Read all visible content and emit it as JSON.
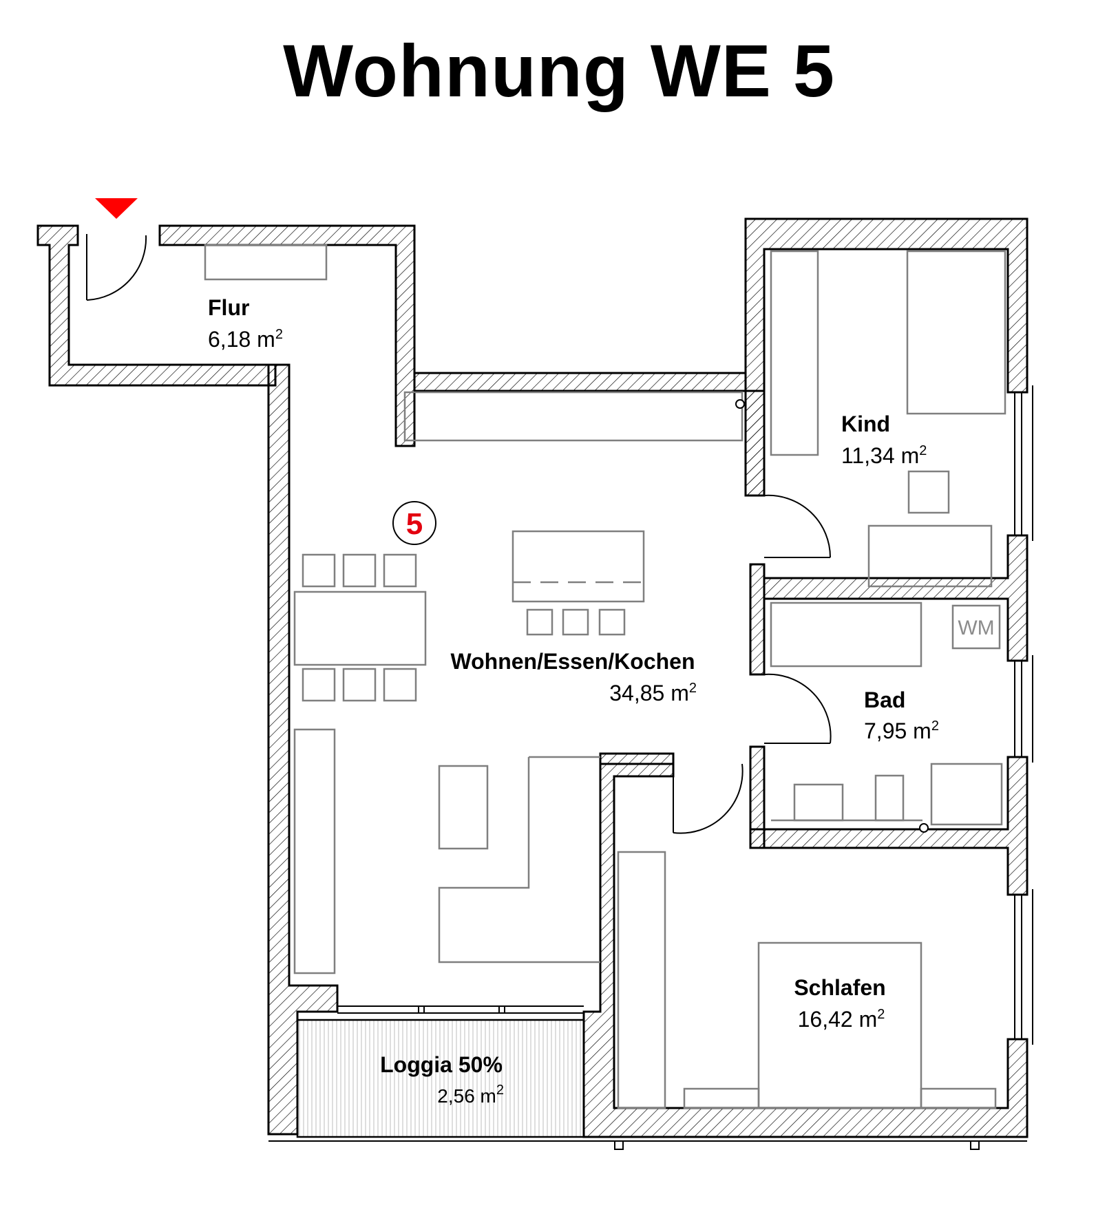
{
  "title": "Wohnung WE 5",
  "unit_badge": "5",
  "rooms": {
    "flur": {
      "name": "Flur",
      "area": "6,18 m",
      "unit_sup": "2"
    },
    "kind": {
      "name": "Kind",
      "area": "11,34 m",
      "unit_sup": "2"
    },
    "wohnen": {
      "name": "Wohnen/Essen/Kochen",
      "area": "34,85 m",
      "unit_sup": "2"
    },
    "bad": {
      "name": "Bad",
      "area": "7,95 m",
      "unit_sup": "2"
    },
    "schlafen": {
      "name": "Schlafen",
      "area": "16,42 m",
      "unit_sup": "2"
    },
    "loggia": {
      "name": "Loggia 50%",
      "area": "2,56 m",
      "unit_sup": "2"
    }
  },
  "fixtures": {
    "washing_machine_label": "WM"
  },
  "colors": {
    "entrance_marker": "#ff0000",
    "badge": "#e3000f",
    "wall_hatch": "#000000",
    "furniture": "#7f7f7f"
  }
}
